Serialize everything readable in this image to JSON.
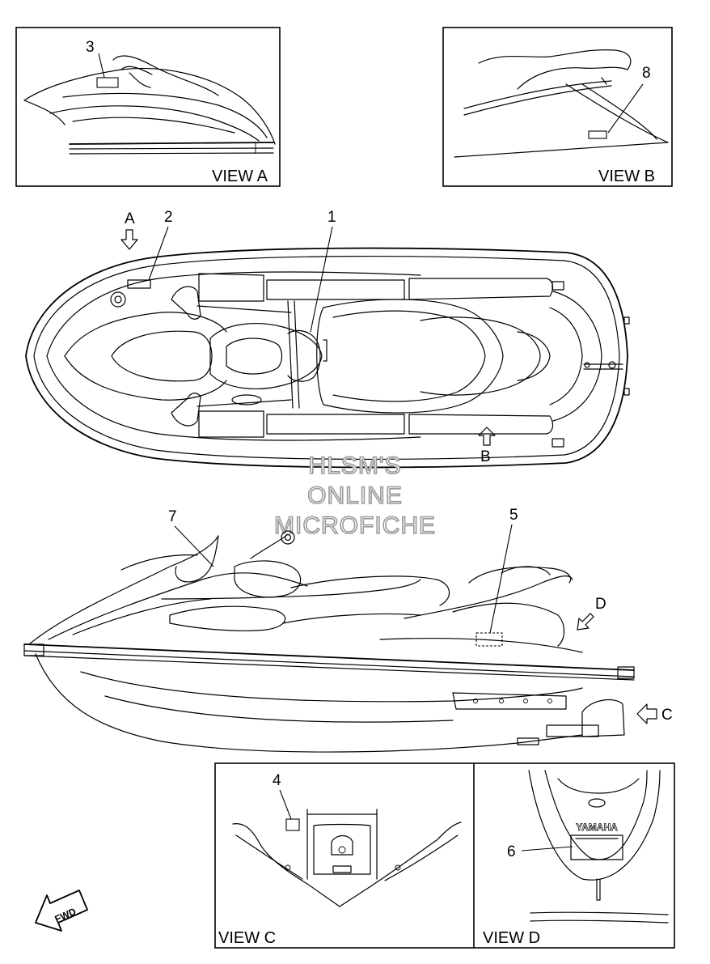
{
  "callouts": {
    "c1": "1",
    "c2": "2",
    "c3": "3",
    "c4": "4",
    "c5": "5",
    "c6": "6",
    "c7": "7",
    "c8": "8"
  },
  "view_markers": {
    "a": "A",
    "b": "B",
    "c": "C",
    "d": "D"
  },
  "view_labels": {
    "a": "VIEW A",
    "b": "VIEW B",
    "c": "VIEW C",
    "d": "VIEW D"
  },
  "watermark": {
    "line1": "HLSM'S",
    "line2": "ONLINE",
    "line3": "MICROFICHE"
  },
  "fwd_label": "FWD",
  "brand_label": "YAMAHA"
}
